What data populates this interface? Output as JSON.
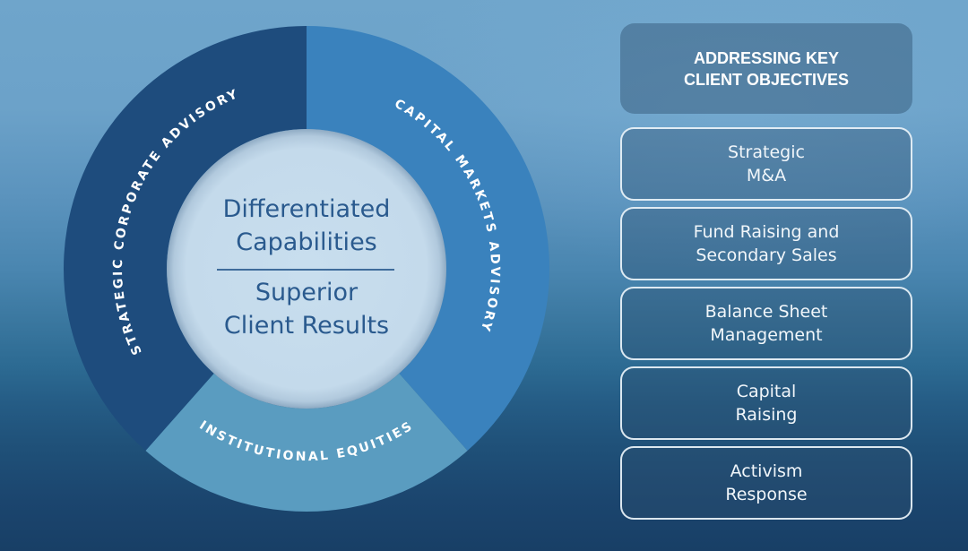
{
  "colors": {
    "strategic_corporate_advisory": "#1e4c7d",
    "capital_markets_advisory": "#3a82bd",
    "institutional_equities": "#5a9cc0",
    "center": "#c6dcec",
    "center_text": "#2a5a8e",
    "box_border": "#ebf4fa"
  },
  "wheel": {
    "segments": [
      {
        "id": "capital-markets-advisory",
        "label": "CAPITAL MARKETS ADVISORY"
      },
      {
        "id": "institutional-equities",
        "label": "INSTITUTIONAL EQUITIES"
      },
      {
        "id": "strategic-corporate-advisory",
        "label": "STRATEGIC CORPORATE ADVISORY"
      }
    ],
    "center": {
      "top_lines": [
        "Differentiated",
        "Capabilities"
      ],
      "bottom_lines": [
        "Superior",
        "Client Results"
      ]
    }
  },
  "objectives": {
    "header_lines": [
      "ADDRESSING KEY",
      "CLIENT OBJECTIVES"
    ],
    "items": [
      {
        "lines": [
          "Strategic",
          "M&A"
        ]
      },
      {
        "lines": [
          "Fund Raising and",
          "Secondary Sales"
        ]
      },
      {
        "lines": [
          "Balance Sheet",
          "Management"
        ]
      },
      {
        "lines": [
          "Capital",
          "Raising"
        ]
      },
      {
        "lines": [
          "Activism",
          "Response"
        ]
      }
    ]
  }
}
